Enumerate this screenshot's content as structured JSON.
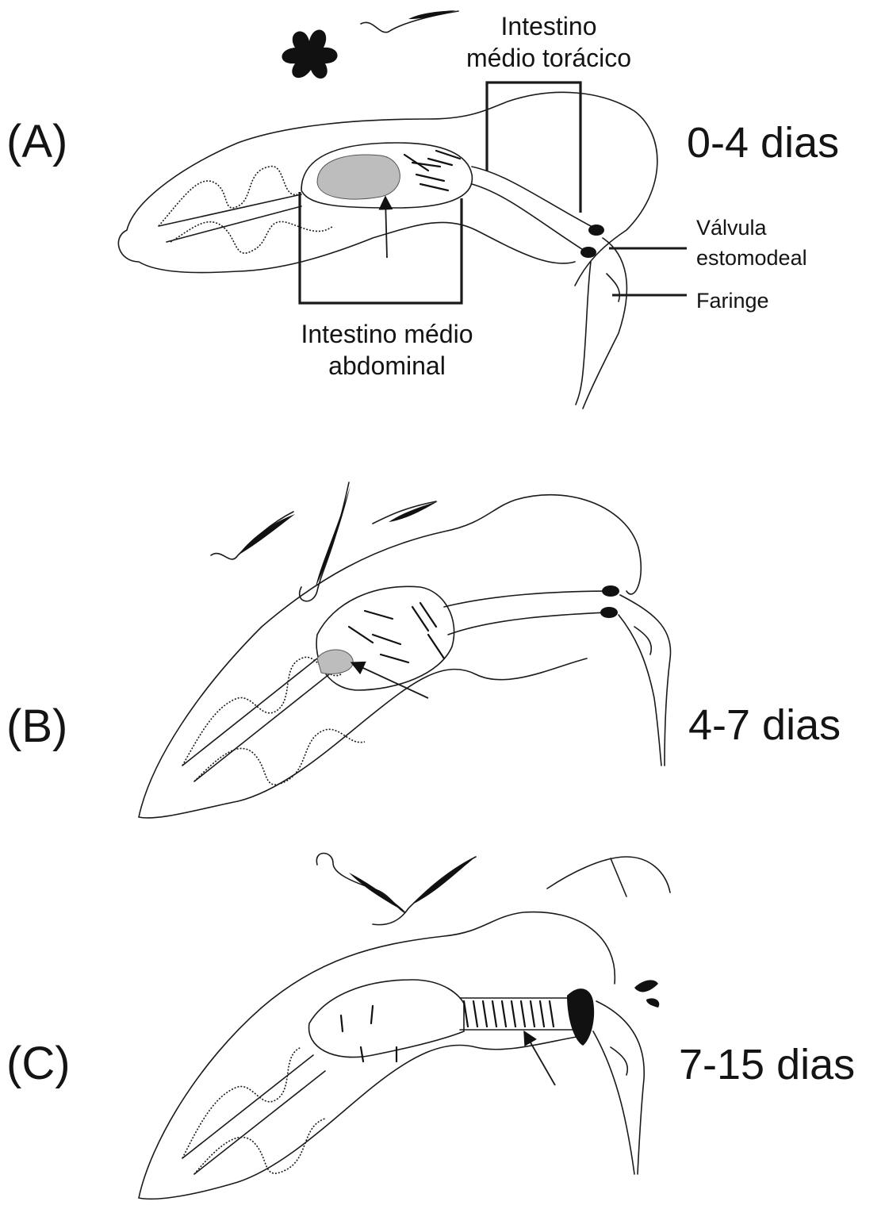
{
  "panels": [
    {
      "letter": "(A)",
      "period": "0-4 dias"
    },
    {
      "letter": "(B)",
      "period": "4-7 dias"
    },
    {
      "letter": "(C)",
      "period": "7-15 dias"
    }
  ],
  "labels": {
    "thoracic_midgut": [
      "Intestino",
      "médio torácico"
    ],
    "abdominal_midgut": [
      "Intestino médio",
      "abdominal"
    ],
    "stomodeal_valve": [
      "Válvula",
      "estomodeal"
    ],
    "pharynx": "Faringe"
  }
}
